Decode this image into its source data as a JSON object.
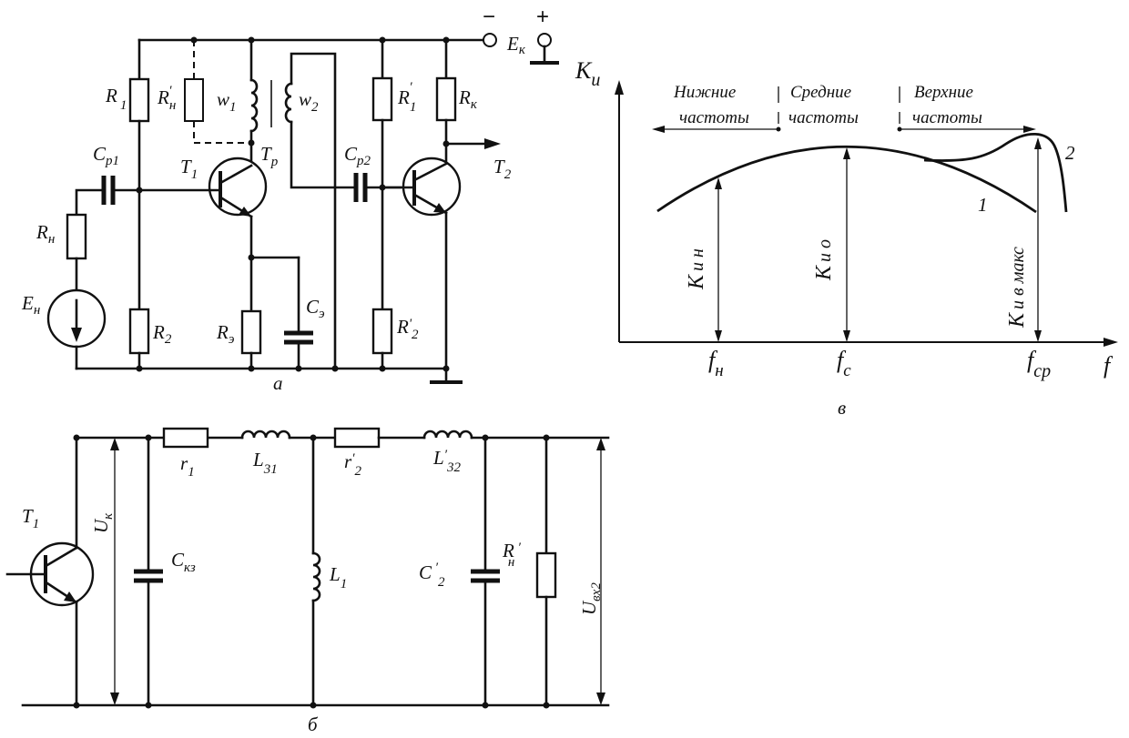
{
  "panels": {
    "a": "а",
    "b": "б",
    "v": "в"
  },
  "circuit_a": {
    "supply": {
      "minus": "−",
      "plus": "+",
      "label": "E",
      "sub": "к"
    },
    "R1": {
      "main": "R",
      "sub": "1"
    },
    "Rn1": {
      "main": "R",
      "sub": "н",
      "prime": "′"
    },
    "w1": {
      "main": "w",
      "sub": "1"
    },
    "w2": {
      "main": "w",
      "sub": "2"
    },
    "R1p": {
      "main": "R",
      "sub": "1",
      "prime": "′"
    },
    "Rk": {
      "main": "R",
      "sub": "к"
    },
    "Cp1": {
      "main": "C",
      "sub": "p1"
    },
    "T1": {
      "main": "T",
      "sub": "1"
    },
    "Tp": {
      "main": "T",
      "sub": "p"
    },
    "Cp2": {
      "main": "C",
      "sub": "p2"
    },
    "T2": {
      "main": "T",
      "sub": "2"
    },
    "Rn": {
      "main": "R",
      "sub": "н"
    },
    "En": {
      "main": "E",
      "sub": "н"
    },
    "R2": {
      "main": "R",
      "sub": "2"
    },
    "Re": {
      "main": "R",
      "sub": "э"
    },
    "Ce": {
      "main": "C",
      "sub": "э"
    },
    "R2p": {
      "main": "R",
      "prime": "'",
      "sub": "2"
    }
  },
  "circuit_b": {
    "T1": {
      "main": "T",
      "sub": "1"
    },
    "Uk": {
      "main": "U",
      "sub": "к"
    },
    "r1": {
      "main": "r",
      "sub": "1"
    },
    "L31": {
      "main": "L",
      "sub": "31"
    },
    "r2": {
      "main": "r",
      "prime": "′",
      "sub": "2"
    },
    "L32": {
      "main": "L",
      "prime": "′",
      "sub": "32"
    },
    "Ckz": {
      "main": "C",
      "sub": "кз"
    },
    "L1": {
      "main": "L",
      "sub": "1"
    },
    "C2": {
      "main": "C",
      "prime": " ′",
      "sub": "2"
    },
    "Rn": {
      "main": "R",
      "prime": " ′",
      "sub": "н"
    },
    "Uvx": {
      "main": "U",
      "sub": "вх2"
    }
  },
  "graph": {
    "y_axis": {
      "main": "K",
      "sub": "u"
    },
    "x_axis": "f",
    "regions": [
      {
        "line1": "Нижние",
        "line2": "частоты"
      },
      {
        "line1": "Средние",
        "line2": "частоты"
      },
      {
        "line1": "Верхние",
        "line2": "частоты"
      }
    ],
    "curve_labels": [
      "1",
      "2"
    ],
    "gain_labels": {
      "low": {
        "main": "K",
        "sub": "u н"
      },
      "mid": {
        "main": "K",
        "sub": "u о"
      },
      "high": {
        "main": "K",
        "sub": "u в макс"
      }
    },
    "freq_labels": {
      "low": {
        "main": "f",
        "sub": "н"
      },
      "mid": {
        "main": "f",
        "sub": "c"
      },
      "high": {
        "main": "f",
        "sub": "cp"
      }
    }
  }
}
